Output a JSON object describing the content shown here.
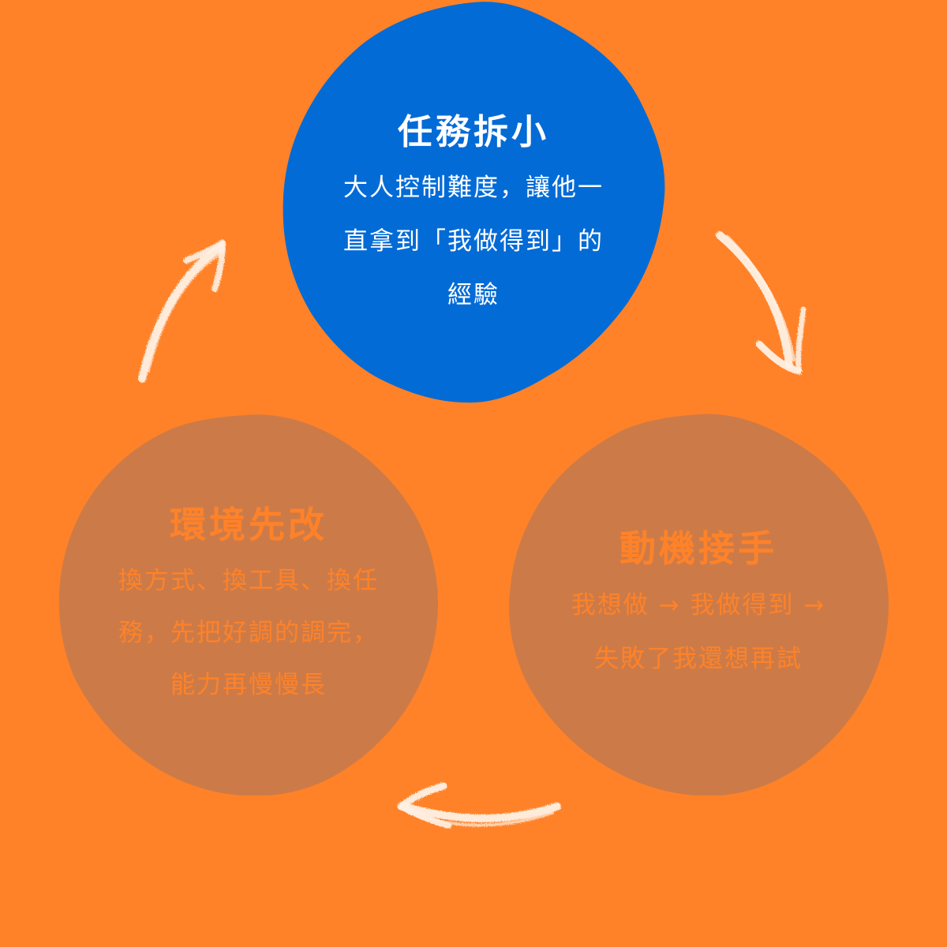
{
  "colors": {
    "background": "#FF8228",
    "top_circle": "#036BD6",
    "side_circle": "#CC7B48",
    "top_text": "#FFFFFF",
    "side_text": "#FF8228",
    "chalk": "#FFF1E4"
  },
  "nodes": {
    "top": {
      "title": "任務拆小",
      "lines": [
        "大人控制難度，讓他一",
        "直拿到「我做得到」的",
        "經驗"
      ]
    },
    "right": {
      "title": "動機接手",
      "lines": [
        "我想做 → 我做得到 →",
        "失敗了我還想再試"
      ]
    },
    "left": {
      "title": "環境先改",
      "lines": [
        "換方式、換工具、換任",
        "務，先把好調的調完，",
        "能力再慢慢長"
      ]
    }
  },
  "arrows": [
    "chalk-arrow-top-to-right",
    "chalk-arrow-right-to-left",
    "chalk-arrow-left-to-top"
  ]
}
